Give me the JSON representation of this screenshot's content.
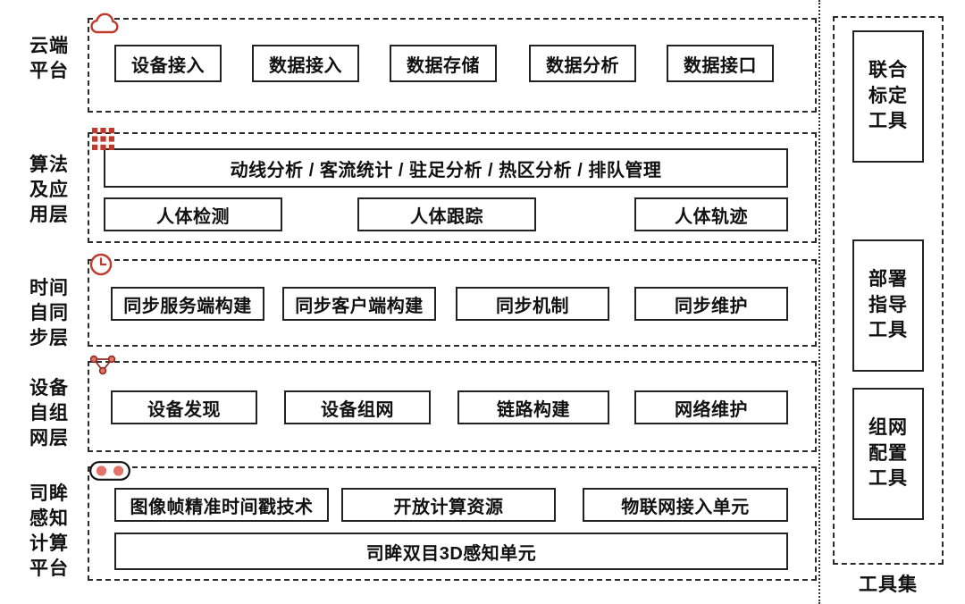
{
  "diagram": {
    "title": "司眸感知计算平台分层架构图",
    "accent_color": "#c0392b",
    "line_color": "#222222",
    "background": "#ffffff"
  },
  "layers": [
    {
      "id": "cloud-platform",
      "label_lines": [
        "云端",
        "平台"
      ],
      "icon": "cloud-icon",
      "rows": [
        {
          "id": "cloud-row-1",
          "nodes": [
            {
              "label": "设备接入"
            },
            {
              "label": "数据接入"
            },
            {
              "label": "数据存储"
            },
            {
              "label": "数据分析"
            },
            {
              "label": "数据接口"
            }
          ]
        }
      ]
    },
    {
      "id": "algorithm-application-layer",
      "label_lines": [
        "算法",
        "及应",
        "用层"
      ],
      "icon": "grid-apps-icon",
      "rows": [
        {
          "id": "algo-row-1",
          "nodes": [
            {
              "label": "动线分析 / 客流统计 / 驻足分析 / 热区分析 / 排队管理"
            }
          ]
        },
        {
          "id": "algo-row-2",
          "nodes": [
            {
              "label": "人体检测"
            },
            {
              "label": "人体跟踪"
            },
            {
              "label": "人体轨迹"
            }
          ]
        }
      ]
    },
    {
      "id": "time-self-sync-layer",
      "label_lines": [
        "时间",
        "自同",
        "步层"
      ],
      "icon": "clock-icon",
      "rows": [
        {
          "id": "sync-row-1",
          "nodes": [
            {
              "label": "同步服务端构建"
            },
            {
              "label": "同步客户端构建"
            },
            {
              "label": "同步机制"
            },
            {
              "label": "同步维护"
            }
          ]
        }
      ]
    },
    {
      "id": "device-ad-hoc-network-layer",
      "label_lines": [
        "设备",
        "自组",
        "网层"
      ],
      "icon": "mesh-network-icon",
      "rows": [
        {
          "id": "net-row-1",
          "nodes": [
            {
              "label": "设备发现"
            },
            {
              "label": "设备组网"
            },
            {
              "label": "链路构建"
            },
            {
              "label": "网络维护"
            }
          ]
        }
      ]
    },
    {
      "id": "simu-perception-computing-platform",
      "label_lines": [
        "司眸",
        "感知",
        "计算",
        "平台"
      ],
      "icon": "stereo-camera-icon",
      "rows": [
        {
          "id": "perc-row-1",
          "nodes": [
            {
              "label": "图像帧精准时间戳技术"
            },
            {
              "label": "开放计算资源"
            },
            {
              "label": "物联网接入单元"
            }
          ]
        },
        {
          "id": "perc-row-2",
          "nodes": [
            {
              "label": "司眸双目3D感知单元"
            }
          ]
        }
      ]
    }
  ],
  "toolset": {
    "caption": "工具集",
    "tools": [
      {
        "id": "joint-calibration-tool",
        "lines": [
          "联合",
          "标定",
          "工具"
        ]
      },
      {
        "id": "deployment-guidance-tool",
        "lines": [
          "部署",
          "指导",
          "工具"
        ]
      },
      {
        "id": "network-config-tool",
        "lines": [
          "组网",
          "配置",
          "工具"
        ]
      }
    ]
  }
}
